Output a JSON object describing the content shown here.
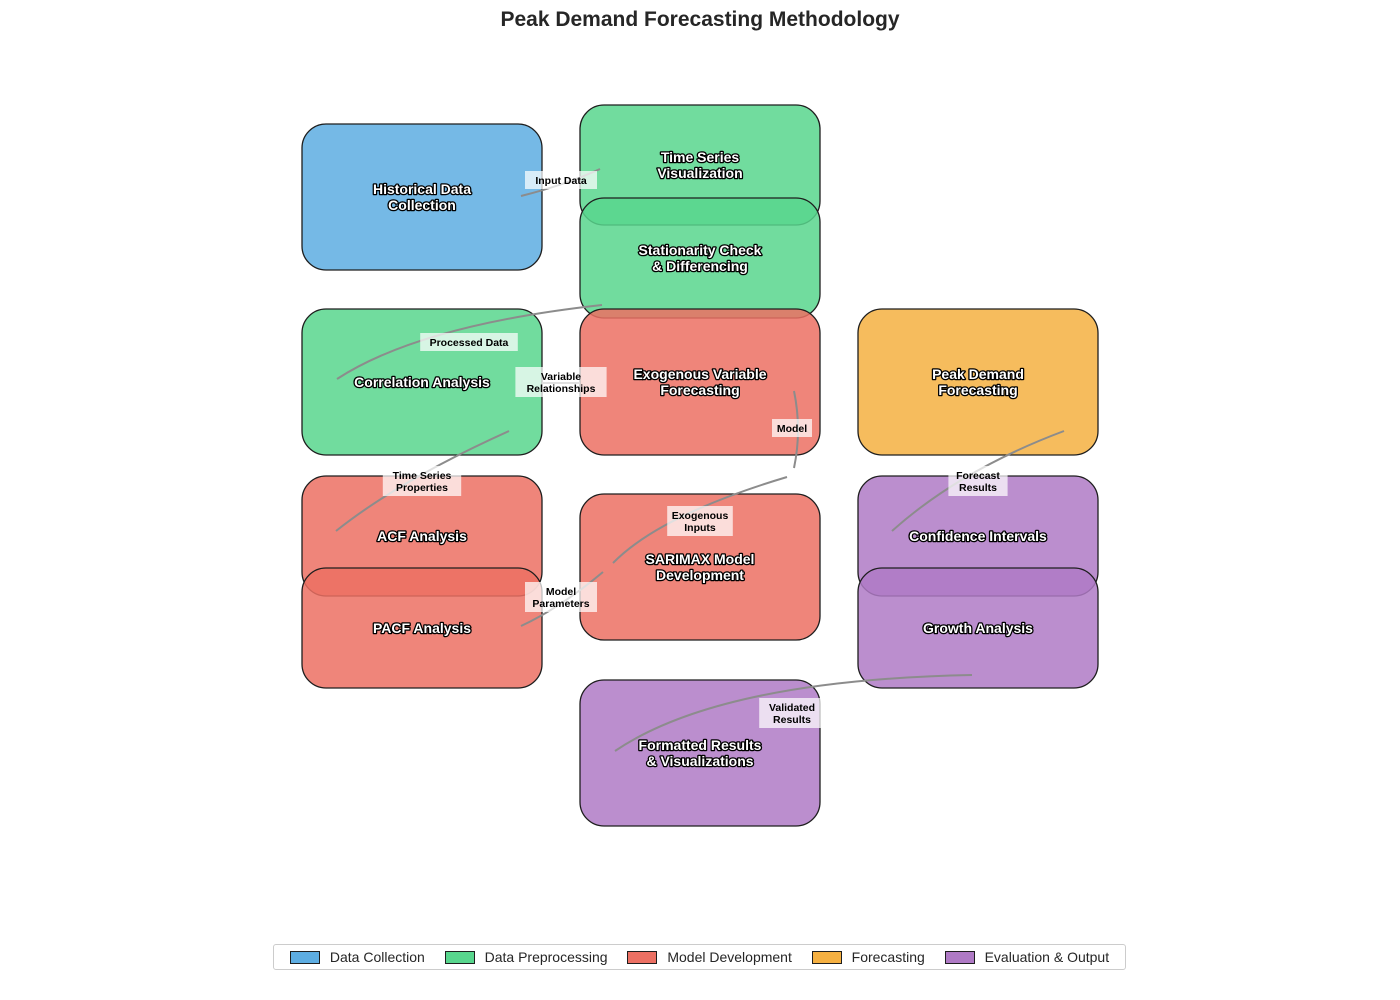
{
  "title": "Peak Demand Forecasting Methodology",
  "categories": [
    {
      "id": "collection",
      "label": "Data Collection",
      "color": "#5dade2"
    },
    {
      "id": "preprocessing",
      "label": "Data Preprocessing",
      "color": "#58d68d"
    },
    {
      "id": "model",
      "label": "Model Development",
      "color": "#ec7063"
    },
    {
      "id": "forecasting",
      "label": "Forecasting",
      "color": "#f5b041"
    },
    {
      "id": "evaluation",
      "label": "Evaluation & Output",
      "color": "#af7ac5"
    }
  ],
  "nodes": [
    {
      "id": "historical",
      "lines": [
        "Historical Data",
        "Collection"
      ],
      "category": "collection"
    },
    {
      "id": "tsviz",
      "lines": [
        "Time Series",
        "Visualization"
      ],
      "category": "preprocessing"
    },
    {
      "id": "stationarity",
      "lines": [
        "Stationarity Check",
        "& Differencing"
      ],
      "category": "preprocessing"
    },
    {
      "id": "correlation",
      "lines": [
        "Correlation Analysis"
      ],
      "category": "preprocessing"
    },
    {
      "id": "exogenous",
      "lines": [
        "Exogenous Variable",
        "Forecasting"
      ],
      "category": "model"
    },
    {
      "id": "peak",
      "lines": [
        "Peak Demand",
        "Forecasting"
      ],
      "category": "forecasting"
    },
    {
      "id": "acf",
      "lines": [
        "ACF Analysis"
      ],
      "category": "model"
    },
    {
      "id": "sarimax",
      "lines": [
        "SARIMAX Model",
        "Development"
      ],
      "category": "model"
    },
    {
      "id": "confidence",
      "lines": [
        "Confidence Intervals"
      ],
      "category": "evaluation"
    },
    {
      "id": "pacf",
      "lines": [
        "PACF Analysis"
      ],
      "category": "model"
    },
    {
      "id": "growth",
      "lines": [
        "Growth Analysis"
      ],
      "category": "evaluation"
    },
    {
      "id": "formatted",
      "lines": [
        "Formatted Results",
        "& Visualizations"
      ],
      "category": "evaluation"
    }
  ],
  "edges": [
    {
      "from": "historical",
      "to": "tsviz",
      "lines": [
        "Input Data"
      ]
    },
    {
      "from": "stationarity",
      "to": "correlation",
      "lines": [
        "Processed Data"
      ]
    },
    {
      "from": "correlation",
      "to": "exogenous",
      "lines": [
        "Variable",
        "Relationships"
      ]
    },
    {
      "from": "correlation",
      "to": "acf",
      "lines": [
        "Time Series",
        "Properties"
      ]
    },
    {
      "from": "exogenous",
      "to": "sarimax",
      "lines": [
        "Model"
      ]
    },
    {
      "from": "sarimax",
      "to": "exogenous",
      "lines": [
        "Exogenous",
        "Inputs"
      ]
    },
    {
      "from": "pacf",
      "to": "sarimax",
      "lines": [
        "Model",
        "Parameters"
      ]
    },
    {
      "from": "peak",
      "to": "confidence",
      "lines": [
        "Forecast",
        "Results"
      ]
    },
    {
      "from": "growth",
      "to": "formatted",
      "lines": [
        "Validated",
        "Results"
      ]
    }
  ]
}
